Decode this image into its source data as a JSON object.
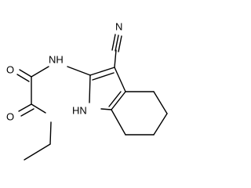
{
  "molecule": {
    "atoms": {
      "nitrile_n": "N",
      "nitrile_c": "C",
      "amide_nh": "NH",
      "carbonyl_o1": "O",
      "carbonyl_o2": "O",
      "ring_hn": "HN"
    }
  }
}
